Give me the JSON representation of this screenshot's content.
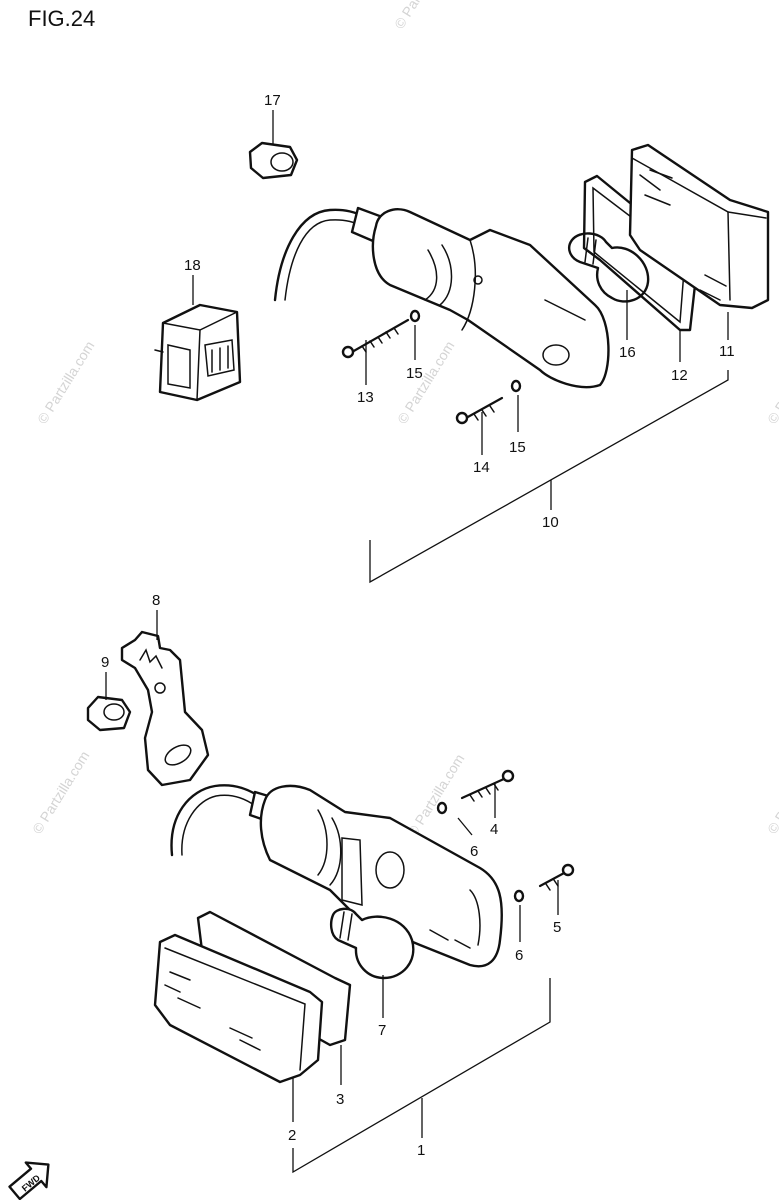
{
  "figure": {
    "title": "FIG.24"
  },
  "watermark": {
    "text": "© Partzilla.com"
  },
  "fwd_label": "FWD",
  "parts": {
    "p1": "1",
    "p2": "2",
    "p3": "3",
    "p4": "4",
    "p5": "5",
    "p6a": "6",
    "p6b": "6",
    "p7": "7",
    "p8": "8",
    "p9": "9",
    "p10": "10",
    "p11": "11",
    "p12": "12",
    "p13": "13",
    "p14": "14",
    "p15a": "15",
    "p15b": "15",
    "p16": "16",
    "p17": "17",
    "p18": "18"
  }
}
